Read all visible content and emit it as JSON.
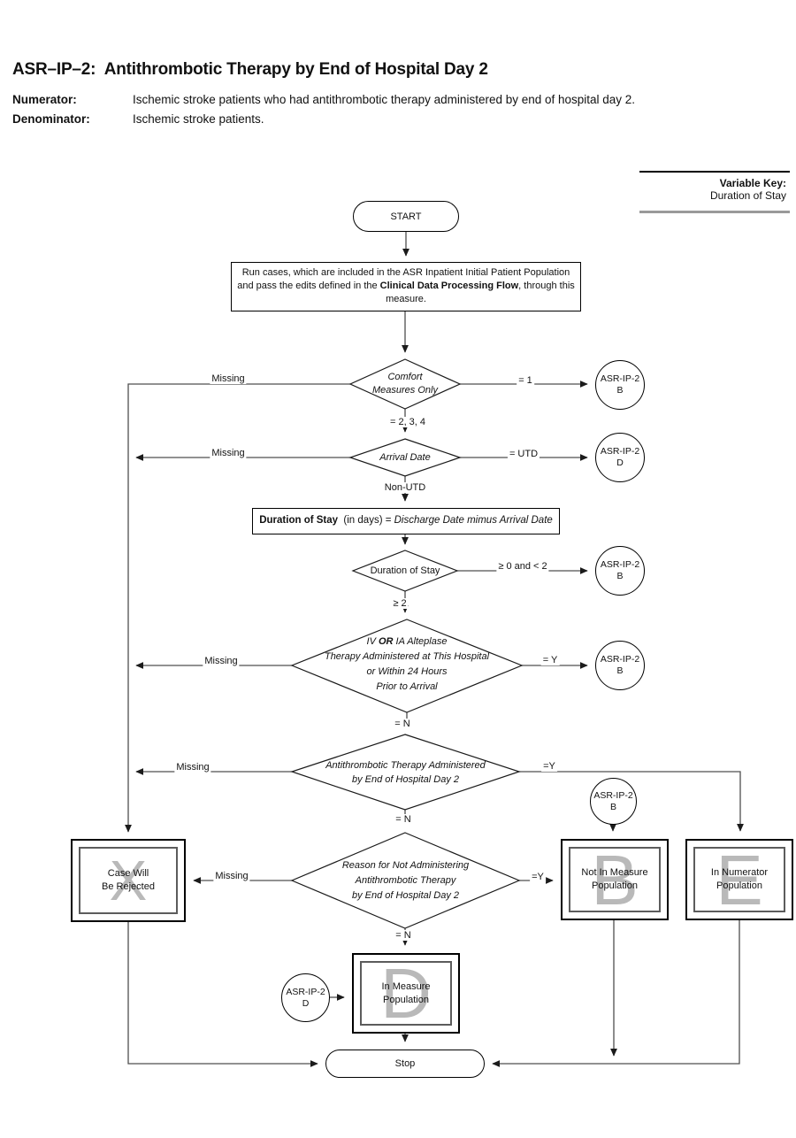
{
  "colors": {
    "line": "#4f4f4f",
    "shape_border": "#1a1a1a",
    "watermark": "#b9b9b9",
    "key_rule": "#9a9a9a"
  },
  "header": {
    "title": "ASR–IP–2:  Antithrombotic Therapy by End of Hospital Day 2",
    "numerator_label": "Numerator:",
    "numerator": "Ischemic stroke patients who had antithrombotic therapy administered by end of hospital day 2.",
    "denominator_label": "Denominator:",
    "denominator": "Ischemic stroke patients."
  },
  "variable_key": {
    "label": "Variable Key:",
    "value": "Duration of Stay"
  },
  "terminators": {
    "start": "START",
    "stop": "Stop"
  },
  "process": {
    "line1": "Run cases, which are included in the ASR Inpatient Initial Patient Population",
    "line2_pre": "and pass the edits defined in the ",
    "line2_bold": "Clinical Data Processing Flow",
    "line2_post": ", through this",
    "line3": "measure."
  },
  "assignment": {
    "bold": "Duration of Stay",
    "mid": "  (in days) = ",
    "italic": "Discharge Date mimus Arrival Date"
  },
  "diamonds": {
    "comfort": {
      "lines": [
        "Comfort",
        "Measures Only"
      ]
    },
    "arrival": {
      "lines": [
        "Arrival Date"
      ]
    },
    "duration": {
      "lines": [
        "Duration of Stay"
      ]
    },
    "alteplase": {
      "line1_pre": "IV ",
      "line1_bold": "OR",
      "line1_post": " IA Alteplase",
      "lines": [
        "Therapy Administered at This Hospital",
        "or Within 24 Hours",
        "Prior to Arrival"
      ]
    },
    "antithrombotic": {
      "lines": [
        "Antithrombotic Therapy Administered",
        "by End of Hospital Day 2"
      ]
    },
    "reason": {
      "lines": [
        "Reason for Not Administering",
        "Antithrombotic Therapy",
        "by End of Hospital Day 2"
      ]
    }
  },
  "connectors": {
    "name": "ASR-IP-2",
    "b": "B",
    "d": "D"
  },
  "edge_labels": {
    "missing": "Missing",
    "eq_1": "= 1",
    "eq_234": "= 2, 3, 4",
    "eq_utd": "= UTD",
    "non_utd": "Non-UTD",
    "ge_0_lt_2": "≥ 0 and < 2",
    "ge_2": "≥ 2",
    "eq_y_spaced": "= Y",
    "eq_n": "= N",
    "eq_y": "=Y"
  },
  "outcomes": {
    "rejected": {
      "lines": [
        "Case Will",
        "Be Rejected"
      ],
      "watermark": "X"
    },
    "not_in_measure": {
      "lines": [
        "Not In Measure",
        "Population"
      ],
      "watermark": "B"
    },
    "in_numerator": {
      "lines": [
        "In Numerator",
        "Population"
      ],
      "watermark": "E"
    },
    "in_measure": {
      "lines": [
        "In Measure",
        "Population"
      ],
      "watermark": "D"
    }
  }
}
